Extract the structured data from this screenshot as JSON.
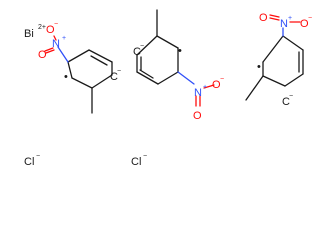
{
  "species": [
    {
      "symbol": "Bi",
      "charge": "2+"
    },
    {
      "symbol": "Cl",
      "charge": "−"
    },
    {
      "symbol": "Cl",
      "charge": "−"
    }
  ],
  "atoms": {
    "N": "N",
    "N_plus": "+",
    "O": "O",
    "O_minus": "−",
    "C": "C",
    "C_minus": "−",
    "radical": "•"
  },
  "colors": {
    "bond": "#1a1a1a",
    "oxygen": "#ff0d0d",
    "nitrogen": "#3050f8",
    "background": "#ffffff"
  },
  "molecules": [
    {
      "name": "2-methyl-4-nitrophenyl ring (left)"
    },
    {
      "name": "2-methyl-4-nitrophenyl ring (middle)"
    },
    {
      "name": "2-methyl-4-nitrophenyl ring (right)"
    }
  ]
}
